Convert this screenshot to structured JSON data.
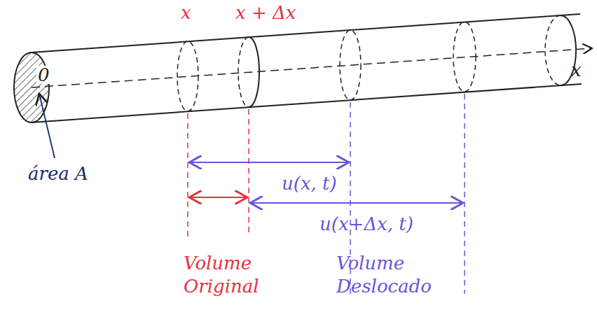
{
  "diagram": {
    "labels": [
      "x",
      "x + Δx",
      "x",
      "área A",
      "0",
      "u(x, t)",
      "u(x+Δx, t)",
      "Volume Original",
      "Volume Deslocado"
    ]
  }
}
